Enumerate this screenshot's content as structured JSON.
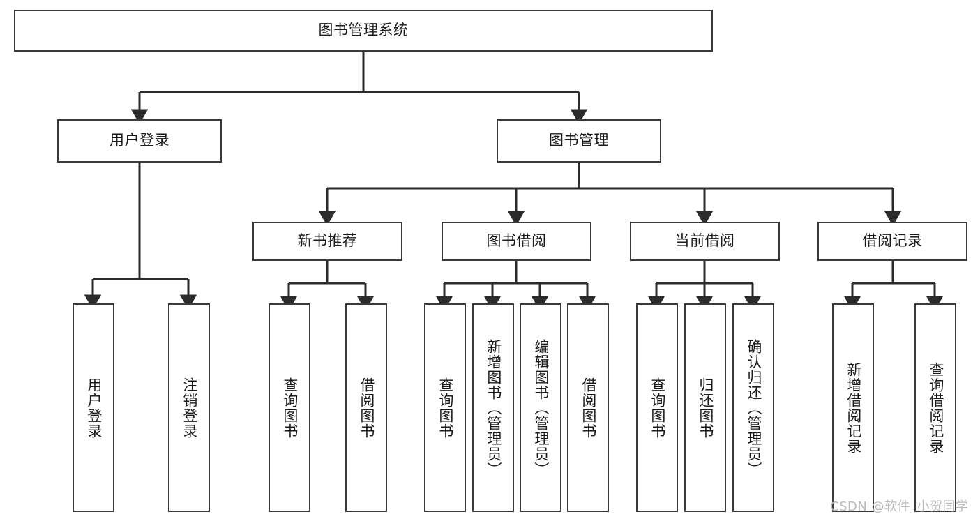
{
  "diagram": {
    "title": "图书管理系统",
    "type": "tree-hierarchy-chart",
    "watermark": "CSDN @软件_小贺同学",
    "colors": {
      "box_border": "#3a3a3a",
      "box_fill": "#ffffff",
      "edge": "#2b2b2b",
      "text": "#1b1b1b",
      "watermark": "#b9b9b9"
    },
    "nodes": {
      "root": {
        "label": "图书管理系统"
      },
      "level1": [
        {
          "label": "用户登录"
        },
        {
          "label": "图书管理"
        }
      ],
      "level2": [
        {
          "label": "新书推荐"
        },
        {
          "label": "图书借阅"
        },
        {
          "label": "当前借阅"
        },
        {
          "label": "借阅记录"
        }
      ],
      "leaves": {
        "user_login": [
          {
            "label": "用户登录"
          },
          {
            "label": "注销登录"
          }
        ],
        "new_book_recommend": [
          {
            "label": "查询图书"
          },
          {
            "label": "借阅图书"
          }
        ],
        "book_borrow": [
          {
            "label": "查询图书"
          },
          {
            "label": "新增图书（管理员）"
          },
          {
            "label": "编辑图书（管理员）"
          },
          {
            "label": "借阅图书"
          }
        ],
        "current_borrow": [
          {
            "label": "查询图书"
          },
          {
            "label": "归还图书"
          },
          {
            "label": "确认归还（管理员）"
          }
        ],
        "borrow_records": [
          {
            "label": "新增借阅记录"
          },
          {
            "label": "查询借阅记录"
          }
        ]
      }
    }
  }
}
